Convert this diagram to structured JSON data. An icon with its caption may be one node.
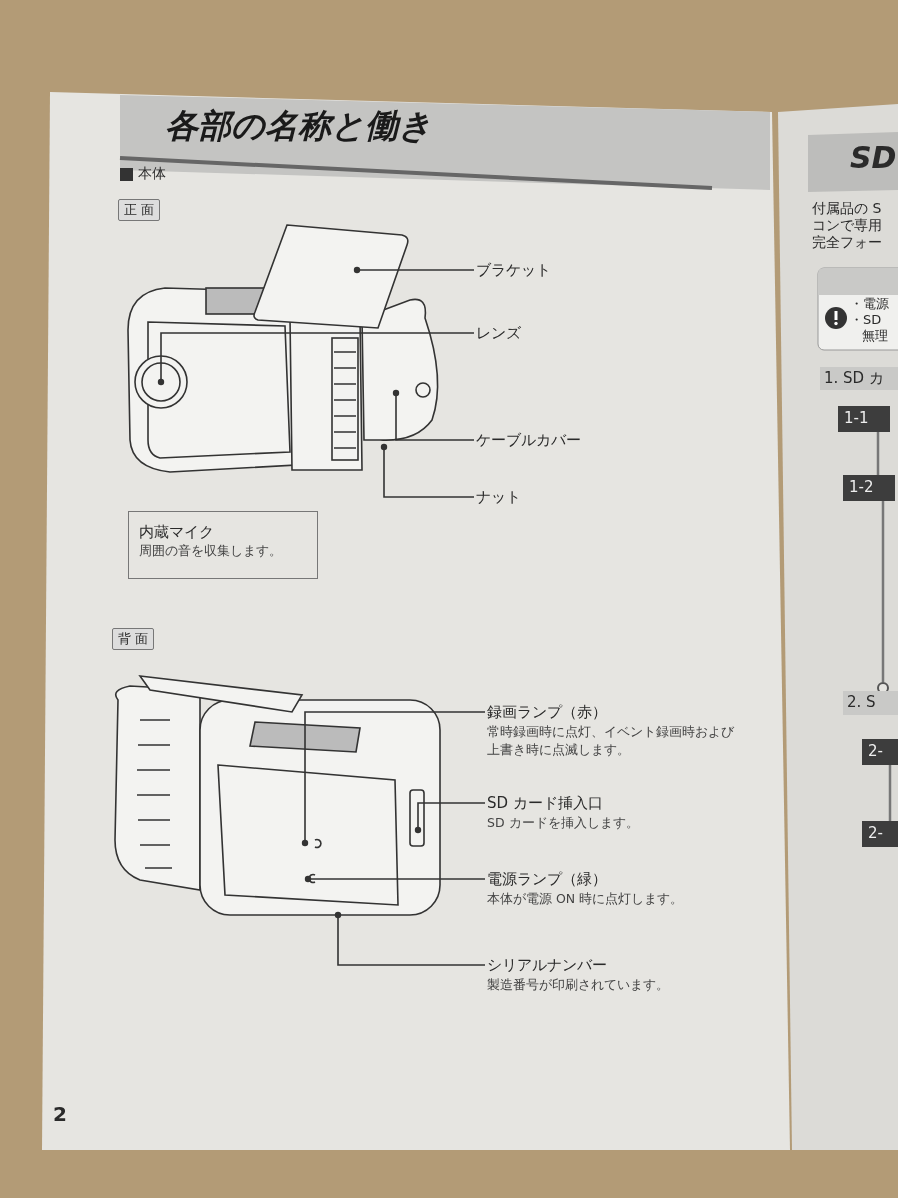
{
  "diagram": {
    "title": "各部の名称と働き",
    "nodes": [
      {
        "text": [
          "正 面"
        ]
      },
      {
        "text": [
          "ブラケット"
        ]
      },
      {
        "text": [
          "レンズ"
        ]
      },
      {
        "text": [
          "ケーブルカバー"
        ]
      },
      {
        "text": [
          "ナット"
        ]
      },
      {
        "text": [
          "内蔵マイク",
          "周囲の音を収集します。"
        ]
      },
      {
        "text": [
          "背 面"
        ]
      },
      {
        "text": [
          "録画ランプ（赤）",
          "常時録画時に点灯、イベント録画時および上書き時に点滅します。"
        ]
      },
      {
        "text": [
          "SD カード挿入口",
          "SD カードを挿入します。"
        ]
      },
      {
        "text": [
          "電源ランプ（緑）",
          "本体が電源 ON 時に点灯します。"
        ]
      },
      {
        "text": [
          "シリアルナンバー",
          "製造番号が印刷されています。"
        ]
      },
      {
        "text": [
          "・電源",
          "・SD",
          "無理"
        ]
      },
      {
        "text": [
          "1. SD カ"
        ]
      },
      {
        "text": [
          "1-1"
        ]
      },
      {
        "text": [
          "1-2"
        ]
      },
      {
        "text": [],
        "shape": "circle"
      },
      {
        "text": [
          "2. S"
        ]
      },
      {
        "text": [
          "2-"
        ]
      },
      {
        "text": [
          "2-"
        ]
      }
    ],
    "edges": [
      {
        "from": 1,
        "to": null,
        "arrow": "other"
      },
      {
        "from": 2,
        "to": null,
        "arrow": "other"
      },
      {
        "from": 3,
        "to": null,
        "arrow": "other"
      },
      {
        "from": 4,
        "to": null,
        "arrow": "other"
      },
      {
        "from": 7,
        "to": null,
        "arrow": "other"
      },
      {
        "from": 8,
        "to": null,
        "arrow": "other"
      },
      {
        "from": 9,
        "to": null,
        "arrow": "other"
      },
      {
        "from": 10,
        "to": null,
        "arrow": "other"
      },
      {
        "from": 13,
        "to": 14,
        "arrow": "none"
      },
      {
        "from": 14,
        "to": 15,
        "arrow": "none"
      },
      {
        "from": 17,
        "to": 18,
        "arrow": "none"
      }
    ],
    "labels": [
      "本体",
      "2",
      "SD",
      "付属品の S",
      "コンで専用",
      "完全フォー"
    ]
  }
}
